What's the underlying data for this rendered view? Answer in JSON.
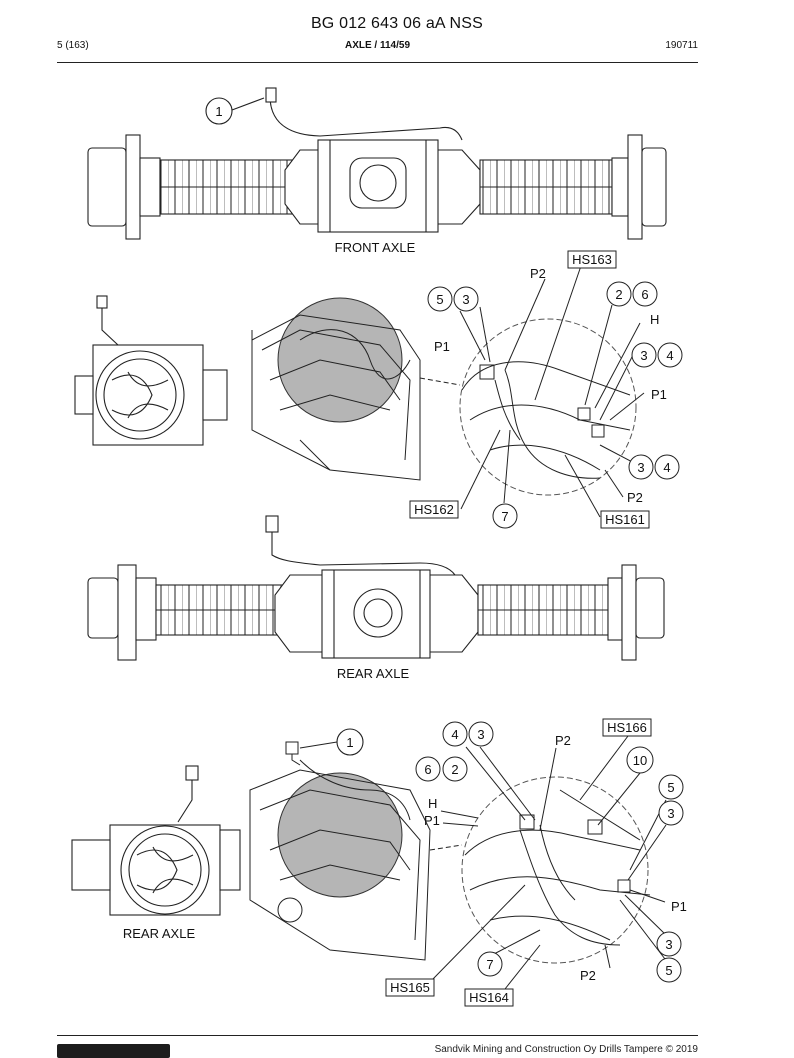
{
  "header": {
    "doc_id": "BG 012 643 06 aA NSS",
    "page": "5 (163)",
    "section": "AXLE",
    "section_ref": "/ 114/59",
    "doc_date": "190711"
  },
  "figures": {
    "front_axle_caption": "FRONT AXLE",
    "rear_axle_caption": "REAR AXLE",
    "rear_axle_detail_caption": "REAR AXLE",
    "front_detail_callouts": {
      "c1": "1",
      "c5": "5",
      "c3a": "3",
      "c2": "2",
      "c6": "6",
      "c3b": "3",
      "c4a": "4",
      "c3c": "3",
      "c4b": "4",
      "c7": "7",
      "P1a": "P1",
      "P2a": "P2",
      "H": "H",
      "P1b": "P1",
      "P2b": "P2",
      "HS163": "HS163",
      "HS162": "HS162",
      "HS161": "HS161"
    },
    "rear_detail_callouts": {
      "c1": "1",
      "c4": "4",
      "c3a": "3",
      "c6": "6",
      "c2": "2",
      "c10": "10",
      "c5a": "5",
      "c3b": "3",
      "c3c": "3",
      "c5b": "5",
      "c7": "7",
      "P2a": "P2",
      "H": "H",
      "P1a": "P1",
      "P1b": "P1",
      "P2b": "P2",
      "HS166": "HS166",
      "HS165": "HS165",
      "HS164": "HS164"
    }
  },
  "footer": {
    "copyright": "Sandvik Mining and Construction Oy Drills Tampere © 2019"
  }
}
